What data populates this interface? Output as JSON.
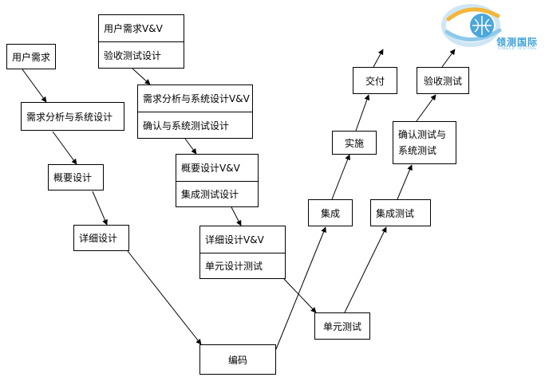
{
  "logo": {
    "name": "领测国际",
    "subtitle": "LINGCE TESTING",
    "colors": {
      "primary": "#3aa0d8",
      "accent": "#f2b63a"
    }
  },
  "left_branch": {
    "user_requirements": "用户需求",
    "requirements_analysis": "需求分析与系统设计",
    "preliminary_design": "概要设计",
    "detailed_design": "详细设计"
  },
  "bottom": {
    "coding": "编码"
  },
  "vv_stacks": {
    "user_requirements_vv": {
      "top": "用户需求V&V",
      "bottom": "验收测试设计"
    },
    "requirements_analysis_vv": {
      "top": "需求分析与系统设计V&V",
      "bottom": "确认与系统测试设计"
    },
    "preliminary_design_vv": {
      "top": "概要设计V&V",
      "bottom": "集成测试设计"
    },
    "detailed_design_vv": {
      "top": "详细设计V&V",
      "bottom": "单元设计测试"
    }
  },
  "right_branch": {
    "unit_test": "单元测试",
    "integration": "集成",
    "implementation": "实施",
    "delivery": "交付",
    "integration_test": "集成测试",
    "confirmation_system_test_line1": "确认测试与",
    "confirmation_system_test_line2": "系统测试",
    "acceptance_test": "验收测试"
  }
}
